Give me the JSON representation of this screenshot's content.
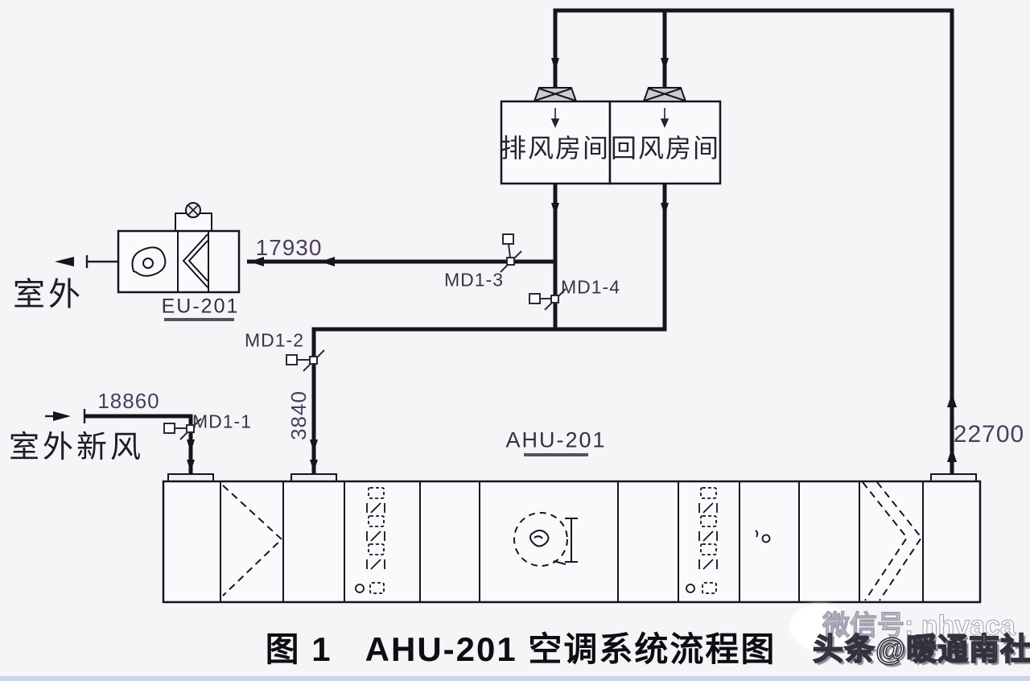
{
  "figure": {
    "title": "图 1   AHU-201 空调系统流程图"
  },
  "rooms": {
    "exhaust_room": "排风房间",
    "return_room": "回风房间"
  },
  "equipment": {
    "exhaust_unit": "EU-201",
    "air_handling_unit": "AHU-201"
  },
  "site_labels": {
    "outdoor": "室外",
    "outdoor_fresh_air": "室外新风"
  },
  "dampers": {
    "md1_1": "MD1-1",
    "md1_2": "MD1-2",
    "md1_3": "MD1-3",
    "md1_4": "MD1-4"
  },
  "airflows": {
    "exhaust": "17930",
    "fresh_air": "18860",
    "return_air": "3840",
    "supply_air": "22700"
  },
  "watermark": {
    "wechat": "微信号: nhvaca",
    "toutiao": "头条@暖通南社"
  },
  "colors": {
    "line": "#15151d",
    "damper": "#2a2a33",
    "label": "#3b3343",
    "flow_value": "#4a3e5a",
    "background": "#f5f5f8"
  }
}
